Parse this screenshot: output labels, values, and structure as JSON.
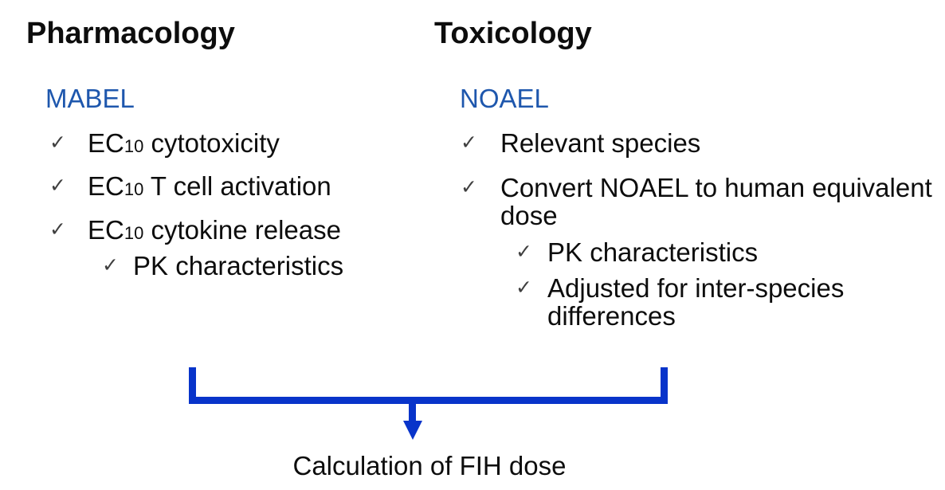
{
  "colors": {
    "text": "#0d0d0d",
    "accent-blue": "#1e57ad",
    "bracket-blue": "#0834ca",
    "check": "#3f3f3f"
  },
  "icons": {
    "check": "✓"
  },
  "pharmacology": {
    "heading": "Pharmacology",
    "subheading": "MABEL",
    "items": [
      {
        "pre": "EC",
        "sub": "10",
        "post": " cytotoxicity"
      },
      {
        "pre": "EC",
        "sub": "10",
        "post": " T cell activation"
      },
      {
        "pre": "EC",
        "sub": "10",
        "post": " cytokine release"
      }
    ],
    "subitems": [
      "PK characteristics"
    ]
  },
  "toxicology": {
    "heading": "Toxicology",
    "subheading": "NOAEL",
    "items": [
      "Relevant species",
      "Convert NOAEL to human equivalent dose"
    ],
    "subitems": [
      "PK characteristics",
      "Adjusted for inter-species differences"
    ]
  },
  "outcome": {
    "label": "Calculation of FIH dose"
  }
}
